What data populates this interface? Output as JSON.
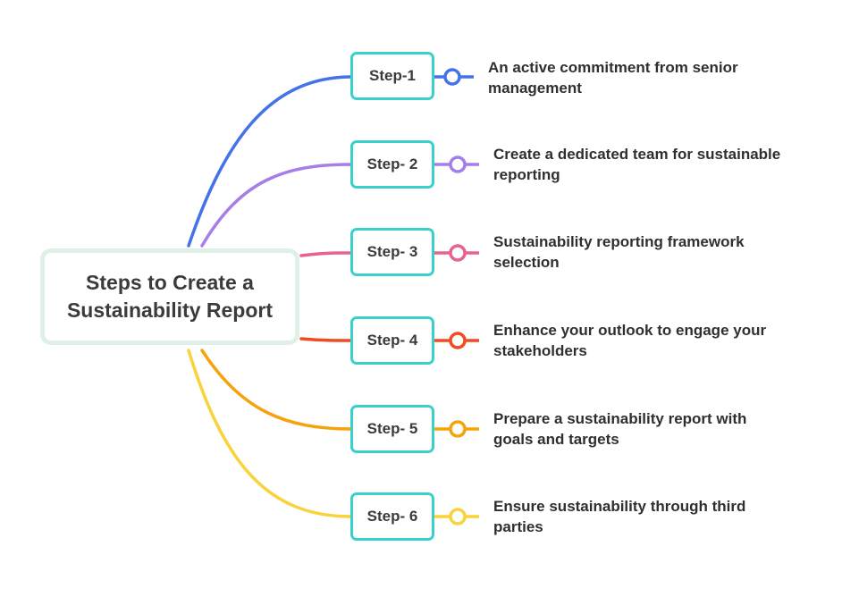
{
  "title": "Steps to Create a Sustainability Report",
  "steps": [
    {
      "label": "Step-1",
      "text": "An active commitment from senior management",
      "color": "#4472e8"
    },
    {
      "label": "Step- 2",
      "text": "Create a dedicated team for sustainable reporting",
      "color": "#a57ee8"
    },
    {
      "label": "Step- 3",
      "text": "Sustainability reporting framework selection",
      "color": "#e8628e"
    },
    {
      "label": "Step- 4",
      "text": "Enhance your outlook to engage your stakeholders",
      "color": "#f04b22"
    },
    {
      "label": "Step- 5",
      "text": "Prepare a sustainability report with goals and targets",
      "color": "#f5a30c"
    },
    {
      "label": "Step- 6",
      "text": "Ensure sustainability through third parties",
      "color": "#f8d33a"
    }
  ],
  "colors": {
    "step_border": "#3ad1cc",
    "root_border": "#dff0e6"
  }
}
